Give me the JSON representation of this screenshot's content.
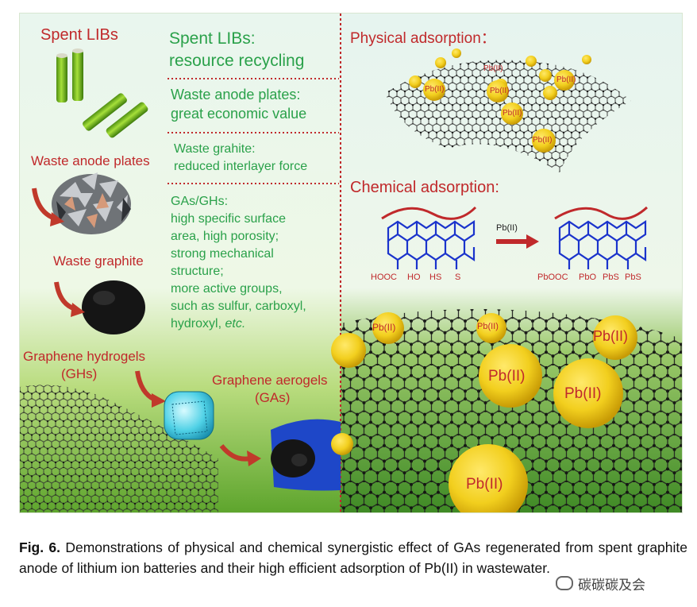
{
  "left_panel": {
    "spent_libs": "Spent LIBs",
    "waste_anode_plates": "Waste anode plates",
    "waste_graphite": "Waste graphite",
    "graphene_hydrogels": "Graphene hydrogels",
    "ghs": "(GHs)",
    "graphene_aerogels": "Graphene aerogels",
    "gas": "(GAs)"
  },
  "middle_panel": {
    "s1_line1": "Spent LIBs:",
    "s1_line2": "resource recycling",
    "s2_line1": "Waste anode plates:",
    "s2_line2": "great economic value",
    "s3_line1": "Waste grahite:",
    "s3_line2": "reduced interlayer force",
    "s4_lines": [
      "GAs/GHs:",
      "high specific surface",
      "area, high porosity;",
      "strong mechanical",
      "structure;",
      "more active groups,",
      "such as sulfur, carboxyl,",
      "hydroxyl, "
    ],
    "s4_etc": "etc."
  },
  "right_panel": {
    "physical_title": "Physical adsorption：",
    "chemical_title": "Chemical adsorption:",
    "pb_label": "Pb(II)",
    "arrow_label": "Pb(II)",
    "groups_before": [
      "HOOC",
      "HO",
      "HS",
      "S"
    ],
    "groups_after": [
      "PbOOC",
      "PbO",
      "PbS",
      "PbS"
    ]
  },
  "caption": {
    "fig_label": "Fig. 6.",
    "text": " Demonstrations of physical and chemical synergistic effect of GAs regenerated from spent graphite anode of lithium ion batteries and their high efficient adsorption of Pb(II) in wastewater."
  },
  "watermark": {
    "text": "碳碳碳及会"
  },
  "colors": {
    "title_red": "#c0292b",
    "text_green": "#2aa14a",
    "structure_blue": "#1a33cc",
    "divider_red": "#c0292b",
    "sphere_yellow": "#f2cf1e"
  }
}
